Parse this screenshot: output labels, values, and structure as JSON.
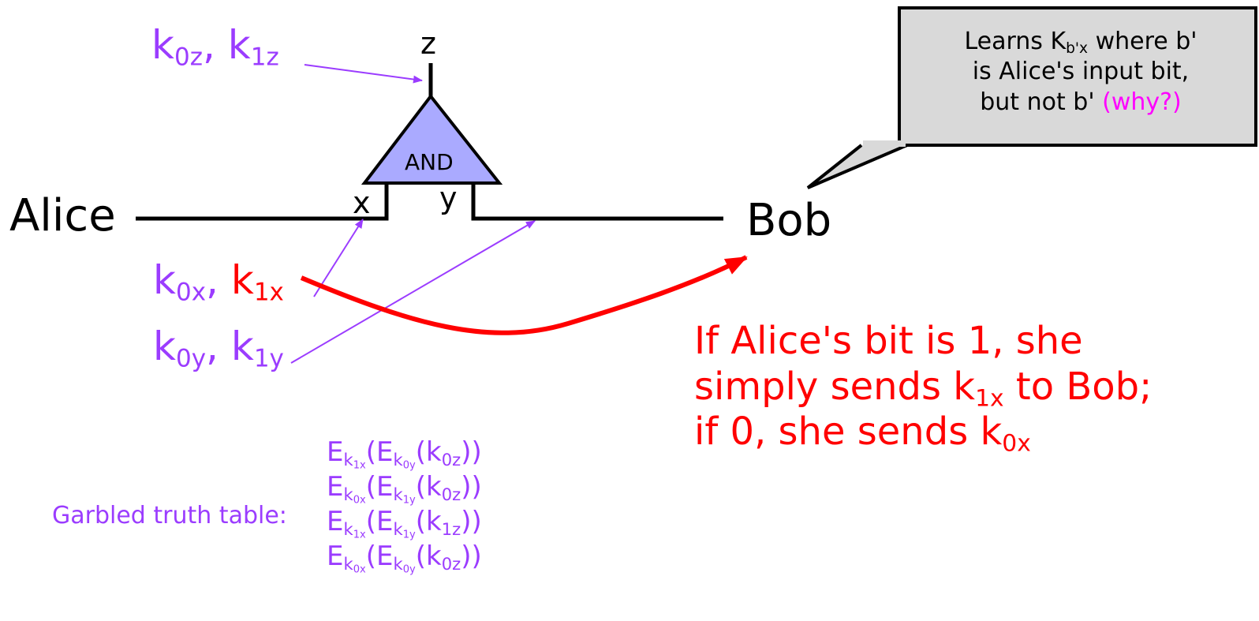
{
  "labels": {
    "alice": "Alice",
    "bob": "Bob",
    "wire_x": "x",
    "wire_y": "y",
    "wire_z": "z",
    "gate": "AND"
  },
  "keys": {
    "z": {
      "k0": "k",
      "k0_sub": "0z",
      "sep": ",",
      "k1": "k",
      "k1_sub": "1z"
    },
    "x": {
      "k0": "k",
      "k0_sub": "0x",
      "sep": ",",
      "k1": "k",
      "k1_sub": "1x"
    },
    "y": {
      "k0": "k",
      "k0_sub": "0y",
      "sep": ",",
      "k1": "k",
      "k1_sub": "1y"
    }
  },
  "callout": {
    "line1_a": "Learns K",
    "line1_sub": "b'x",
    "line1_b": " where b'",
    "line2": "is Alice's input bit,",
    "line3_a": "but not b' ",
    "line3_b": "(why?)"
  },
  "send_text": {
    "line1": "If Alice's bit is 1, she",
    "line2_a": "simply sends k",
    "line2_sub": "1x",
    "line2_b": " to Bob;",
    "line3_a": "if 0, she sends k",
    "line3_sub": "0x"
  },
  "garbled": {
    "label": "Garbled truth table:",
    "rows": [
      {
        "outer": "1x",
        "inner": "0y",
        "key": "0z"
      },
      {
        "outer": "0x",
        "inner": "1y",
        "key": "0z"
      },
      {
        "outer": "1x",
        "inner": "1y",
        "key": "1z"
      },
      {
        "outer": "0x",
        "inner": "0y",
        "key": "0z"
      }
    ]
  },
  "colors": {
    "purple": "#9b3cff",
    "red": "#ff0000",
    "gate_fill": "#aaaaff",
    "callout_fill": "#d9d9d9"
  }
}
